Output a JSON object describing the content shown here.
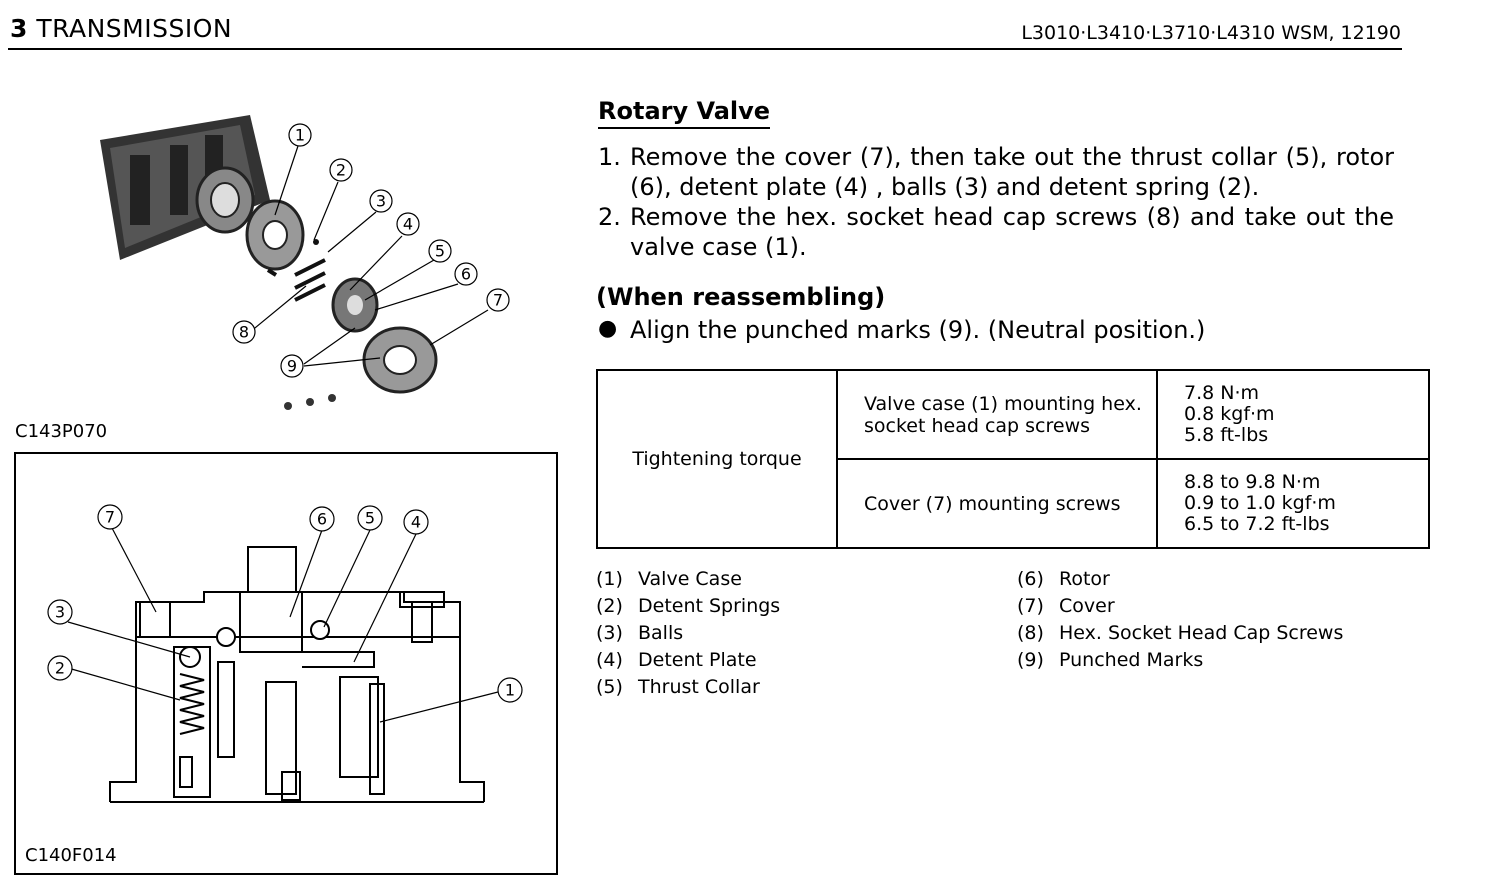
{
  "header": {
    "section_num": "3",
    "section_title": "TRANSMISSION",
    "model_code": "L3010·L3410·L3710·L4310  WSM, 12190"
  },
  "main": {
    "heading": "Rotary Valve",
    "steps": [
      {
        "num": "1.",
        "text": "Remove the cover (7), then take out the thrust collar (5), rotor (6), detent plate (4) , balls (3) and detent spring (2)."
      },
      {
        "num": "2.",
        "text": "Remove the hex. socket head cap screws (8) and take out the valve case (1)."
      }
    ],
    "reassembling_heading": "(When reassembling)",
    "bullet": "Align the punched marks (9).  (Neutral position.)",
    "torque_table": {
      "label": "Tightening torque",
      "rows": [
        {
          "item": "Valve case (1) mounting hex. socket head cap screws",
          "values": [
            "7.8 N·m",
            "0.8 kgf·m",
            "5.8 ft-lbs"
          ]
        },
        {
          "item": "Cover (7) mounting screws",
          "values": [
            "8.8 to 9.8 N·m",
            "0.9 to 1.0 kgf·m",
            "6.5 to 7.2 ft-lbs"
          ]
        }
      ]
    },
    "legend_left": [
      {
        "num": "(1)",
        "name": "Valve Case"
      },
      {
        "num": "(2)",
        "name": "Detent Springs"
      },
      {
        "num": "(3)",
        "name": "Balls"
      },
      {
        "num": "(4)",
        "name": "Detent Plate"
      },
      {
        "num": "(5)",
        "name": "Thrust Collar"
      }
    ],
    "legend_right": [
      {
        "num": "(6)",
        "name": "Rotor"
      },
      {
        "num": "(7)",
        "name": "Cover"
      },
      {
        "num": "(8)",
        "name": "Hex. Socket Head Cap Screws"
      },
      {
        "num": "(9)",
        "name": "Punched Marks"
      }
    ]
  },
  "figures": {
    "photo_caption": "C143P070",
    "diagram_caption": "C140F014",
    "photo_callouts": [
      "1",
      "2",
      "3",
      "4",
      "5",
      "6",
      "7",
      "8",
      "9"
    ],
    "diagram_callouts": [
      "7",
      "6",
      "5",
      "4",
      "3",
      "2",
      "1"
    ]
  }
}
